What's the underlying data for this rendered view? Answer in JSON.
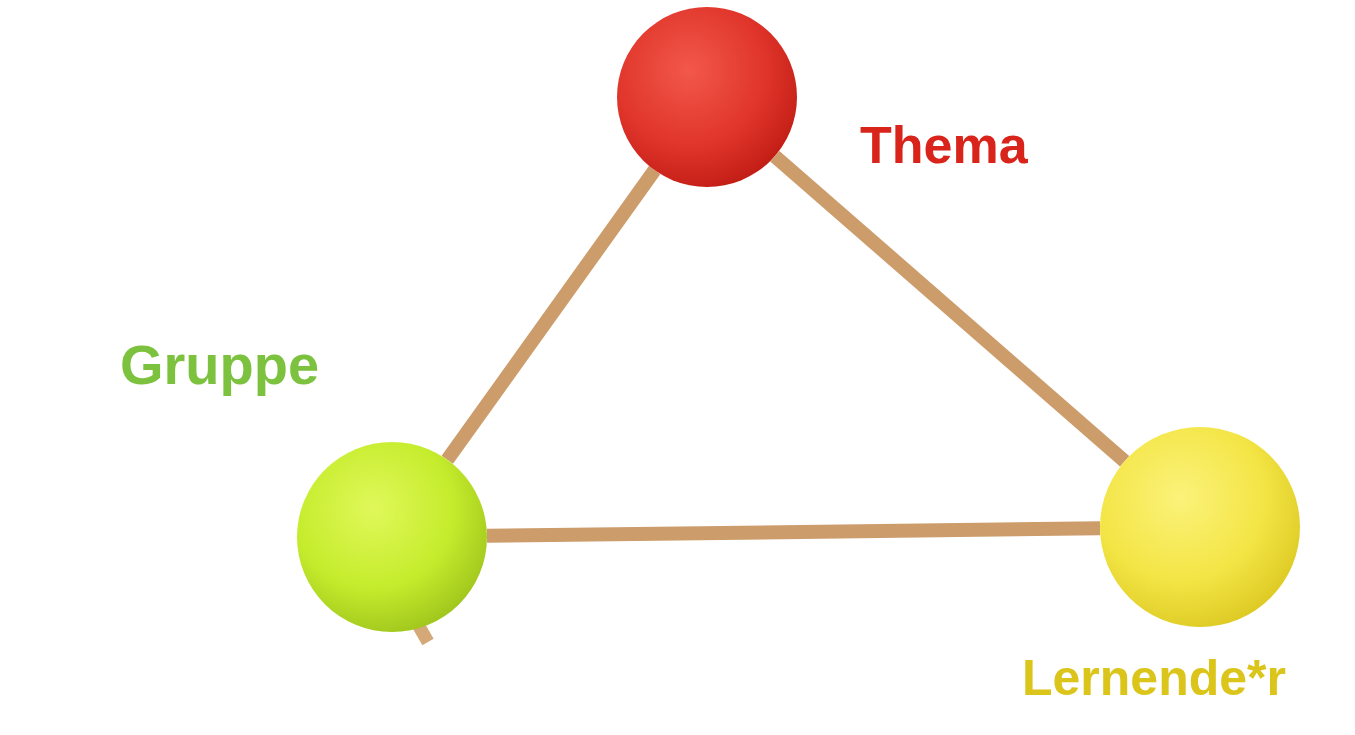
{
  "diagram": {
    "nodes": [
      {
        "text": [
          "Thema"
        ]
      },
      {
        "text": [
          "Gruppe"
        ]
      },
      {
        "text": [
          "Lernende*r"
        ]
      }
    ],
    "edges": [
      {
        "from": 0,
        "to": 1,
        "arrow": "none"
      },
      {
        "from": 0,
        "to": 2,
        "arrow": "none"
      },
      {
        "from": 1,
        "to": 2,
        "arrow": "none"
      }
    ]
  }
}
